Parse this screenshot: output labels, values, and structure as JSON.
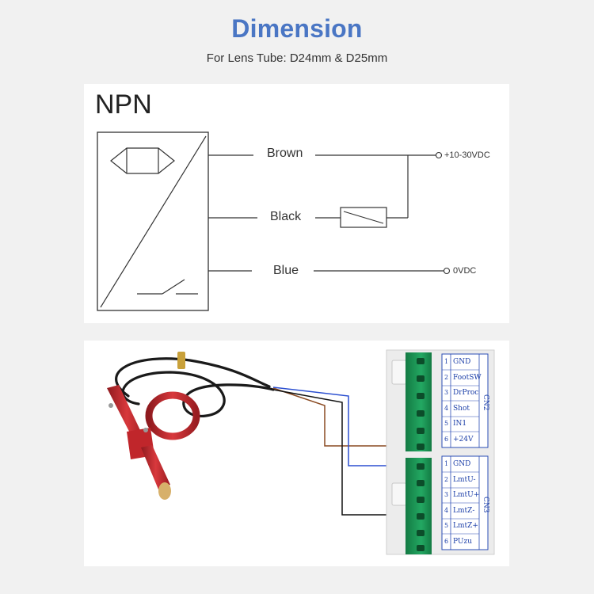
{
  "header": {
    "title": "Dimension",
    "subtitle": "For Lens Tube: D24mm & D25mm"
  },
  "schematic": {
    "type_label": "NPN",
    "wires": [
      {
        "name": "Brown",
        "terminal": "+10-30VDC"
      },
      {
        "name": "Black",
        "terminal": ""
      },
      {
        "name": "Blue",
        "terminal": "0VDC"
      }
    ]
  },
  "board": {
    "connectors": [
      {
        "name": "CN2",
        "pins": [
          {
            "num": "1",
            "label": "GND"
          },
          {
            "num": "2",
            "label": "FootSW"
          },
          {
            "num": "3",
            "label": "DrProc"
          },
          {
            "num": "4",
            "label": "Shot"
          },
          {
            "num": "5",
            "label": "IN1"
          },
          {
            "num": "6",
            "label": "+24V"
          }
        ]
      },
      {
        "name": "CN3",
        "pins": [
          {
            "num": "1",
            "label": "GND"
          },
          {
            "num": "2",
            "label": "LmtU-"
          },
          {
            "num": "3",
            "label": "LmtU+"
          },
          {
            "num": "4",
            "label": "LmtZ-"
          },
          {
            "num": "5",
            "label": "LmtZ+"
          },
          {
            "num": "6",
            "label": "PUzu"
          }
        ]
      }
    ]
  },
  "colors": {
    "title": "#4a76c4",
    "brown_wire": "#8a4a22",
    "blue_wire": "#2b4fd0",
    "black_wire": "#111111",
    "terminal_green": "#1e9a57",
    "sensor_red": "#c0262b"
  }
}
